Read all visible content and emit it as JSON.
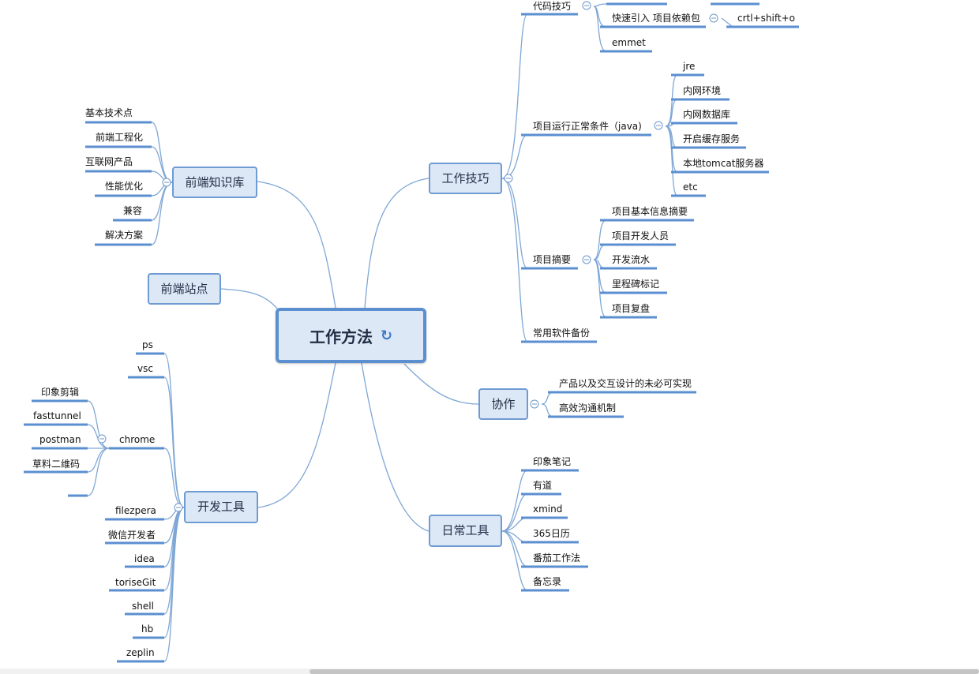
{
  "central": {
    "label": "工作方法",
    "icon": "refresh-icon"
  },
  "branches": {
    "frontend_kb": {
      "label": "前端知识库",
      "items": [
        "基本技术点",
        "前端工程化",
        "互联网产品",
        "性能优化",
        "兼容",
        "解决方案"
      ]
    },
    "frontend_sites": {
      "label": "前端站点"
    },
    "dev_tools": {
      "label": "开发工具",
      "items": [
        "ps",
        "vsc",
        "chrome",
        "filezpera",
        "微信开发者",
        "idea",
        "toriseGit",
        "shell",
        "hb",
        "zeplin"
      ],
      "chrome_items": [
        "印象剪辑",
        "fasttunnel",
        "postman",
        "草料二维码",
        ""
      ]
    },
    "work_tips": {
      "label": "工作技巧",
      "code_tips": {
        "label": "代码技巧",
        "items": [
          "",
          "快速引入 项目依赖包",
          "emmet"
        ],
        "quick_import_child": "crtl+shift+o"
      },
      "project_run": {
        "label": "项目运行正常条件（java)",
        "items": [
          "jre",
          "内网环境",
          "内网数据库",
          "开启缓存服务",
          "本地tomcat服务器",
          "etc"
        ]
      },
      "project_summary": {
        "label": "项目摘要",
        "items": [
          "项目基本信息摘要",
          "项目开发人员",
          "开发流水",
          "里程碑标记",
          "项目复盘"
        ]
      },
      "software_backup": {
        "label": "常用软件备份"
      }
    },
    "collab": {
      "label": "协作",
      "items": [
        "产品以及交互设计的未必可实现",
        "高效沟通机制"
      ]
    },
    "daily_tools": {
      "label": "日常工具",
      "items": [
        "印象笔记",
        "有道",
        "xmind",
        "365日历",
        "番茄工作法",
        "备忘录"
      ]
    }
  }
}
